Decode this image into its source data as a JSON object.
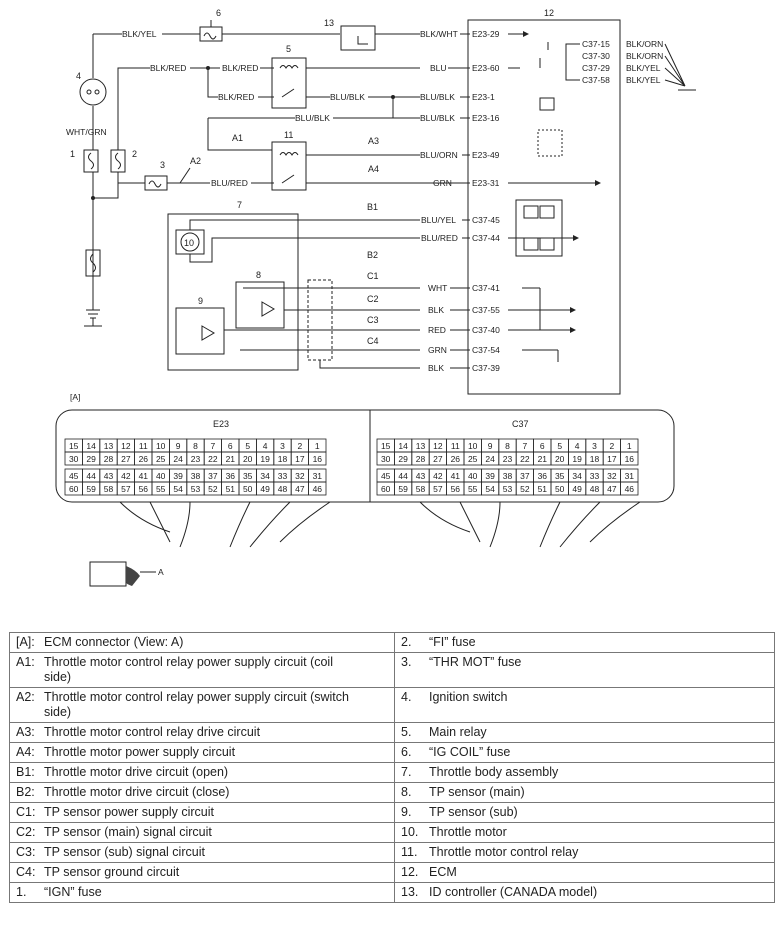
{
  "labels": {
    "e23_title": "E23",
    "c37_title": "C37",
    "view_marker": "[A]",
    "arrow_label": "A"
  },
  "components": {
    "1": "1",
    "2": "2",
    "3": "3",
    "4": "4",
    "5": "5",
    "6": "6",
    "7": "7",
    "8": "8",
    "9": "9",
    "10": "10",
    "11": "11",
    "12": "12",
    "13": "13"
  },
  "circuits": {
    "A1": "A1",
    "A2": "A2",
    "A3": "A3",
    "A4": "A4",
    "B1": "B1",
    "B2": "B2",
    "C1": "C1",
    "C2": "C2",
    "C3": "C3",
    "C4": "C4"
  },
  "wires": {
    "blk_yel": "BLK/YEL",
    "blk_red": "BLK/RED",
    "blk_red_2": "BLK/RED",
    "blk_red_3": "BLK/RED",
    "wht_grn": "WHT/GRN",
    "blk_wht": "BLK/WHT",
    "blu": "BLU",
    "blu_blk_1": "BLU/BLK",
    "blu_blk_2": "BLU/BLK",
    "blu_blk_3": "BLU/BLK",
    "blu_blk_4": "BLU/BLK",
    "blu_orn": "BLU/ORN",
    "blu_red": "BLU/RED",
    "grn_1": "GRN",
    "blu_yel": "BLU/YEL",
    "blu_red_2": "BLU/RED",
    "wht": "WHT",
    "blk_1": "BLK",
    "red": "RED",
    "grn_2": "GRN",
    "blk_2": "BLK",
    "gnd_blk_orn_1": "BLK/ORN",
    "gnd_blk_orn_2": "BLK/ORN",
    "gnd_blk_yel_1": "BLK/YEL",
    "gnd_blk_yel_2": "BLK/YEL"
  },
  "pins": {
    "e23_29": "E23-29",
    "e23_60": "E23-60",
    "e23_1": "E23-1",
    "e23_16": "E23-16",
    "e23_49": "E23-49",
    "e23_31": "E23-31",
    "c37_45": "C37-45",
    "c37_44": "C37-44",
    "c37_41": "C37-41",
    "c37_55": "C37-55",
    "c37_40": "C37-40",
    "c37_54": "C37-54",
    "c37_39": "C37-39",
    "c37_15": "C37-15",
    "c37_30": "C37-30",
    "c37_29": "C37-29",
    "c37_58": "C37-58"
  },
  "connector_rows": [
    [
      "15",
      "14",
      "13",
      "12",
      "11",
      "10",
      "9",
      "8",
      "7",
      "6",
      "5",
      "4",
      "3",
      "2",
      "1"
    ],
    [
      "30",
      "29",
      "28",
      "27",
      "26",
      "25",
      "24",
      "23",
      "22",
      "21",
      "20",
      "19",
      "18",
      "17",
      "16"
    ],
    [
      "45",
      "44",
      "43",
      "42",
      "41",
      "40",
      "39",
      "38",
      "37",
      "36",
      "35",
      "34",
      "33",
      "32",
      "31"
    ],
    [
      "60",
      "59",
      "58",
      "57",
      "56",
      "55",
      "54",
      "53",
      "52",
      "51",
      "50",
      "49",
      "48",
      "47",
      "46"
    ]
  ],
  "legend": [
    [
      {
        "k": "[A]:",
        "v": "ECM connector (View: A)"
      },
      {
        "k": "2.",
        "v": "“FI” fuse"
      }
    ],
    [
      {
        "k": "A1:",
        "v": "Throttle motor control relay power supply circuit (coil side)"
      },
      {
        "k": "3.",
        "v": "“THR MOT” fuse"
      }
    ],
    [
      {
        "k": "A2:",
        "v": "Throttle motor control relay power supply circuit (switch side)"
      },
      {
        "k": "4.",
        "v": "Ignition switch"
      }
    ],
    [
      {
        "k": "A3:",
        "v": "Throttle motor control relay drive circuit"
      },
      {
        "k": "5.",
        "v": "Main relay"
      }
    ],
    [
      {
        "k": "A4:",
        "v": "Throttle motor power supply circuit"
      },
      {
        "k": "6.",
        "v": "“IG COIL” fuse"
      }
    ],
    [
      {
        "k": "B1:",
        "v": "Throttle motor drive circuit (open)"
      },
      {
        "k": "7.",
        "v": "Throttle body assembly"
      }
    ],
    [
      {
        "k": "B2:",
        "v": "Throttle motor drive circuit (close)"
      },
      {
        "k": "8.",
        "v": "TP sensor (main)"
      }
    ],
    [
      {
        "k": "C1:",
        "v": "TP sensor power supply circuit"
      },
      {
        "k": "9.",
        "v": "TP sensor (sub)"
      }
    ],
    [
      {
        "k": "C2:",
        "v": "TP sensor (main) signal circuit"
      },
      {
        "k": "10.",
        "v": "Throttle motor"
      }
    ],
    [
      {
        "k": "C3:",
        "v": "TP sensor (sub) signal circuit"
      },
      {
        "k": "11.",
        "v": "Throttle motor control relay"
      }
    ],
    [
      {
        "k": "C4:",
        "v": "TP sensor ground circuit"
      },
      {
        "k": "12.",
        "v": "ECM"
      }
    ],
    [
      {
        "k": "1.",
        "v": "“IGN” fuse"
      },
      {
        "k": "13.",
        "v": "ID controller (CANADA model)"
      }
    ]
  ]
}
